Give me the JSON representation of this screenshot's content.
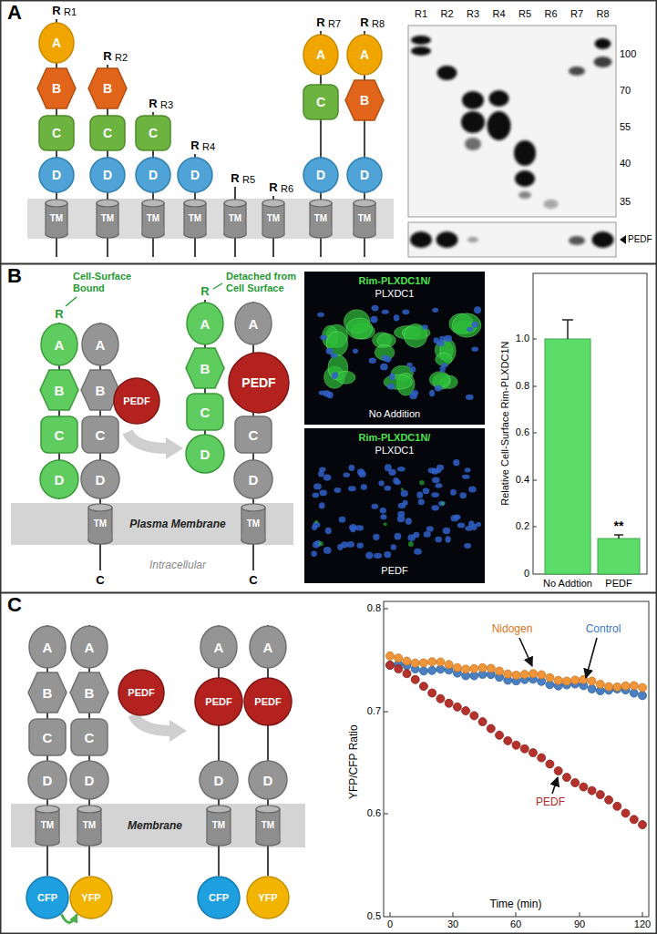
{
  "diagram": {
    "nodes": [
      {
        "text": [
          "A"
        ]
      },
      {
        "text": [
          "A"
        ],
        "in": 0
      },
      {
        "text": [
          "B"
        ],
        "in": 0
      },
      {
        "text": [
          "C"
        ],
        "in": 0
      },
      {
        "text": [
          "D"
        ],
        "in": 0
      },
      {
        "text": [
          "TM"
        ],
        "in": 0
      },
      {
        "text": [
          "B"
        ],
        "in": 0
      },
      {
        "text": [
          "C"
        ],
        "in": 0
      },
      {
        "text": [
          "D"
        ],
        "in": 0
      },
      {
        "text": [
          "TM"
        ],
        "in": 0
      },
      {
        "text": [
          "C"
        ],
        "in": 0
      },
      {
        "text": [
          "D"
        ],
        "in": 0
      },
      {
        "text": [
          "TM"
        ],
        "in": 0
      },
      {
        "text": [
          "D"
        ],
        "in": 0
      },
      {
        "text": [
          "TM"
        ],
        "in": 0
      },
      {
        "text": [
          "TM"
        ],
        "in": 0
      },
      {
        "text": [
          "TM"
        ],
        "in": 0
      },
      {
        "text": [
          "A"
        ],
        "in": 0
      },
      {
        "text": [
          "C"
        ],
        "in": 0
      },
      {
        "text": [
          "D"
        ],
        "in": 0
      },
      {
        "text": [
          "TM"
        ],
        "in": 0
      },
      {
        "text": [
          "A"
        ],
        "in": 0
      },
      {
        "text": [
          "B"
        ],
        "in": 0
      },
      {
        "text": [
          "D"
        ],
        "in": 0
      },
      {
        "text": [
          "TM"
        ],
        "in": 0
      },
      {
        "text": [
          "B"
        ]
      },
      {
        "text": [
          "A"
        ],
        "in": 25
      },
      {
        "text": [
          "B"
        ],
        "in": 25
      },
      {
        "text": [
          "C"
        ],
        "in": 25
      },
      {
        "text": [
          "D"
        ],
        "in": 25
      },
      {
        "text": [
          "A"
        ],
        "in": 25
      },
      {
        "text": [
          "B"
        ],
        "in": 25
      },
      {
        "text": [
          "C"
        ],
        "in": 25
      },
      {
        "text": [
          "D"
        ],
        "in": 25
      },
      {
        "text": [
          "TM"
        ],
        "in": 25
      },
      {
        "text": [
          "PEDF"
        ],
        "in": 25
      },
      {
        "text": [
          "A"
        ],
        "in": 25
      },
      {
        "text": [
          "B"
        ],
        "in": 25
      },
      {
        "text": [
          "C"
        ],
        "in": 25
      },
      {
        "text": [
          "D"
        ],
        "in": 25
      },
      {
        "text": [
          "A"
        ],
        "in": 25
      },
      {
        "text": [
          "PEDF"
        ],
        "in": 25
      },
      {
        "text": [
          "C"
        ],
        "in": 25
      },
      {
        "text": [
          "D"
        ],
        "in": 25
      },
      {
        "text": [
          "TM"
        ],
        "in": 25
      },
      {
        "text": [
          "C"
        ]
      },
      {
        "text": [
          "A"
        ],
        "in": 45
      },
      {
        "text": [
          "B"
        ],
        "in": 45
      },
      {
        "text": [
          "C"
        ],
        "in": 45
      },
      {
        "text": [
          "D"
        ],
        "in": 45
      },
      {
        "text": [
          "TM"
        ],
        "in": 45
      },
      {
        "text": [
          "A"
        ],
        "in": 45
      },
      {
        "text": [
          "B"
        ],
        "in": 45
      },
      {
        "text": [
          "C"
        ],
        "in": 45
      },
      {
        "text": [
          "D"
        ],
        "in": 45
      },
      {
        "text": [
          "TM"
        ],
        "in": 45
      },
      {
        "text": [
          "CFP"
        ],
        "in": 45
      },
      {
        "text": [
          "YFP"
        ],
        "in": 45
      },
      {
        "text": [
          "PEDF"
        ],
        "in": 45
      },
      {
        "text": [
          "A"
        ],
        "in": 45
      },
      {
        "text": [
          "PEDF"
        ],
        "in": 45
      },
      {
        "text": [
          "D"
        ],
        "in": 45
      },
      {
        "text": [
          "TM"
        ],
        "in": 45
      },
      {
        "text": [
          "CFP"
        ],
        "in": 45
      },
      {
        "text": [
          "A"
        ],
        "in": 45
      },
      {
        "text": [
          "PEDF"
        ],
        "in": 45
      },
      {
        "text": [
          "D"
        ],
        "in": 45
      },
      {
        "text": [
          "TM"
        ],
        "in": 45
      },
      {
        "text": [
          "YFP"
        ],
        "in": 45
      }
    ],
    "edges": [
      {
        "from": 56,
        "to": 57,
        "arrow": "to"
      }
    ],
    "labels": [
      "R1",
      "R",
      "R2",
      "R",
      "R3",
      "R",
      "R4",
      "R",
      "R5",
      "R",
      "R6",
      "R",
      "R7",
      "R",
      "R8",
      "R",
      "R1",
      "R2",
      "R3",
      "R4",
      "R5",
      "R6",
      "R7",
      "R8",
      "100",
      "70",
      "55",
      "40",
      "35",
      "PEDF",
      "R",
      "Cell-Surface Bound",
      "Detached from Cell Surface",
      "R",
      "Plasma Membrane",
      "Intracellular",
      "C",
      "C",
      "Rim-PLXDC1N/",
      "PLXDC1",
      "No Addition",
      "Rim-PLXDC1N/",
      "PLXDC1",
      "PEDF",
      "Relative Cell-Surface Rim-PLXDC1N",
      "0",
      "0.2",
      "0.4",
      "0.6",
      "0.8",
      "1.0",
      "No Addtion",
      "PEDF",
      "**",
      "Membrane",
      "YFP/CFP Ratio",
      "0.5",
      "0.6",
      "0.7",
      "0.8",
      "0",
      "30",
      "60",
      "90",
      "120",
      "Time (min)",
      "Nidogen",
      "Control",
      "PEDF"
    ]
  }
}
